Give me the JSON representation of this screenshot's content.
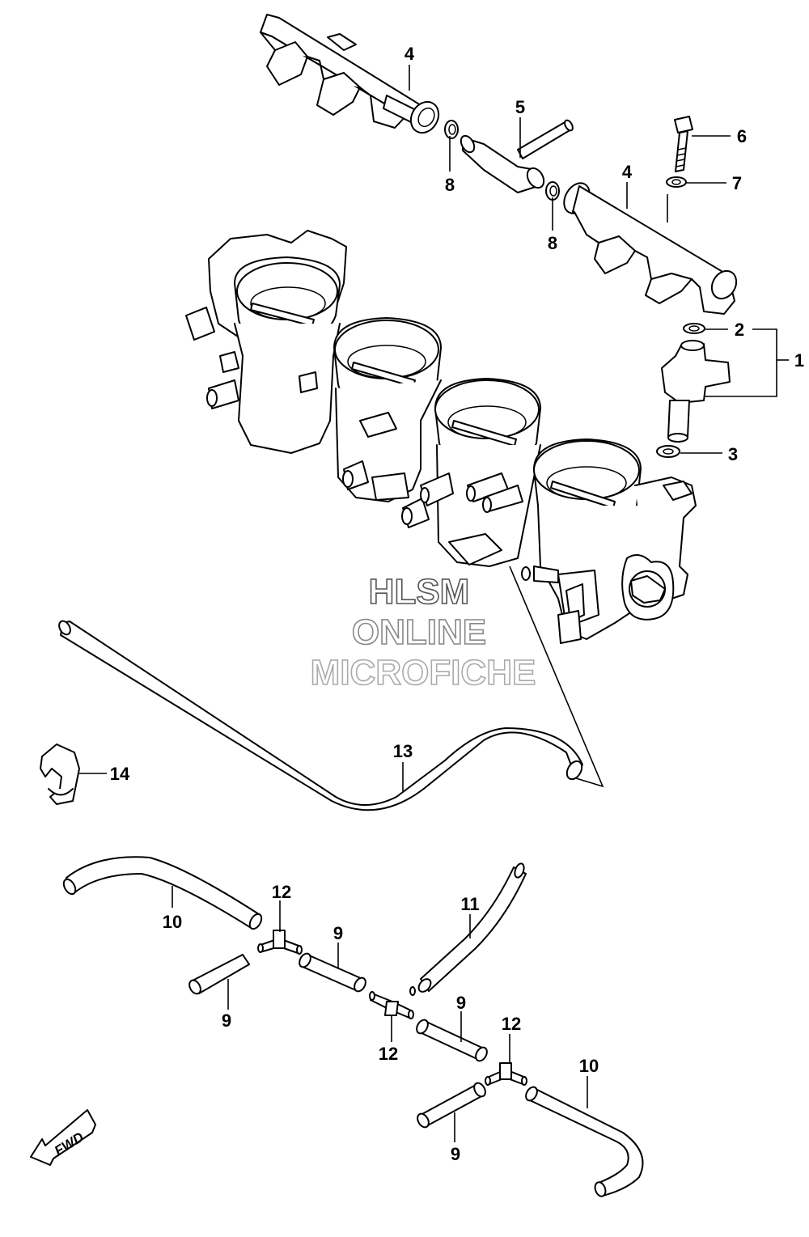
{
  "watermark": {
    "line1": "HLSM",
    "line2": "ONLINE",
    "line3": "MICROFICHE"
  },
  "direction_badge": "FWD",
  "callouts": {
    "c1": "1",
    "c2": "2",
    "c3": "3",
    "c4a": "4",
    "c4b": "4",
    "c5": "5",
    "c6": "6",
    "c7": "7",
    "c8a": "8",
    "c8b": "8",
    "c9a": "9",
    "c9b": "9",
    "c9c": "9",
    "c9d": "9",
    "c10a": "10",
    "c10b": "10",
    "c11": "11",
    "c12a": "12",
    "c12b": "12",
    "c12c": "12",
    "c13": "13",
    "c14": "14"
  },
  "colors": {
    "line": "#000000",
    "background": "#ffffff",
    "watermark_outline_dark": "#555555",
    "watermark_outline_light": "#aaaaaa"
  }
}
